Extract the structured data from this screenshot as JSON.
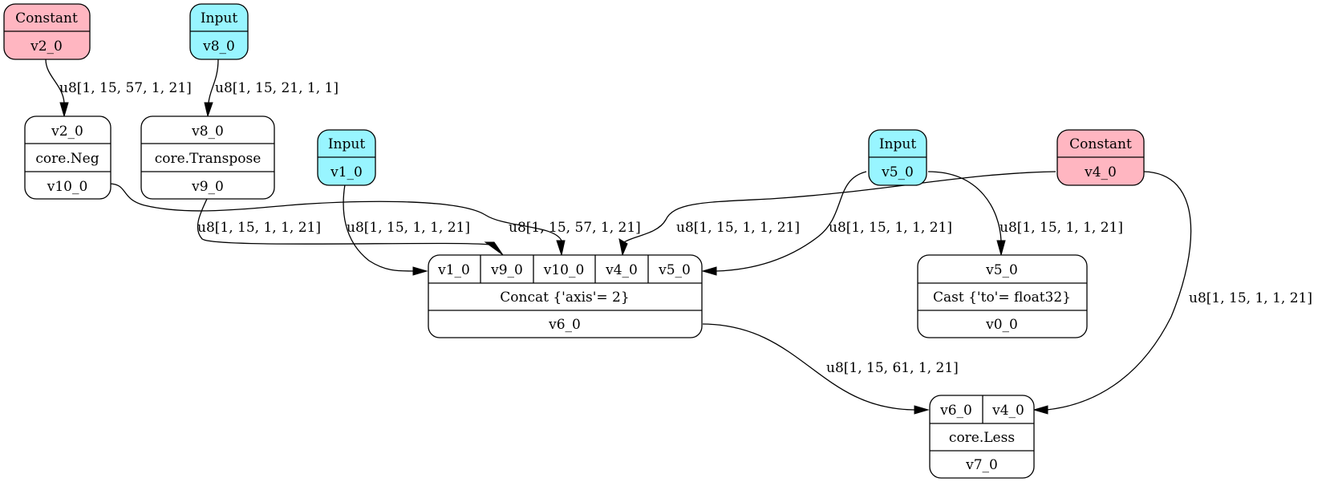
{
  "colors": {
    "constant": "#ffb6c1",
    "input": "#98f5ff",
    "op": "#ffffff"
  },
  "nodes": {
    "const_v2": {
      "type": "Constant",
      "name": "v2_0"
    },
    "input_v8": {
      "type": "Input",
      "name": "v8_0"
    },
    "input_v1": {
      "type": "Input",
      "name": "v1_0"
    },
    "input_v5": {
      "type": "Input",
      "name": "v5_0"
    },
    "const_v4": {
      "type": "Constant",
      "name": "v4_0"
    },
    "neg": {
      "in": "v2_0",
      "op": "core.Neg",
      "out": "v10_0"
    },
    "transpose": {
      "in": "v8_0",
      "op": "core.Transpose",
      "out": "v9_0"
    },
    "concat": {
      "in": [
        "v1_0",
        "v9_0",
        "v10_0",
        "v4_0",
        "v5_0"
      ],
      "op": "Concat {'axis'= 2}",
      "out": "v6_0"
    },
    "cast": {
      "in": "v5_0",
      "op": "Cast {'to'= float32}",
      "out": "v0_0"
    },
    "less": {
      "in": [
        "v6_0",
        "v4_0"
      ],
      "op": "core.Less",
      "out": "v7_0"
    }
  },
  "edges": {
    "v2_to_neg": "u8[1, 15, 57, 1, 21]",
    "v8_to_transpose": "u8[1, 15, 21, 1, 1]",
    "transpose_to_concat": "u8[1, 15, 1, 1, 21]",
    "v1_to_concat": "u8[1, 15, 1, 1, 21]",
    "neg_to_concat": "u8[1, 15, 57, 1, 21]",
    "v4_to_concat": "u8[1, 15, 1, 1, 21]",
    "v5_to_concat": "u8[1, 15, 1, 1, 21]",
    "v5_to_cast": "u8[1, 15, 1, 1, 21]",
    "v4_to_less": "u8[1, 15, 1, 1, 21]",
    "concat_to_less": "u8[1, 15, 61, 1, 21]"
  }
}
